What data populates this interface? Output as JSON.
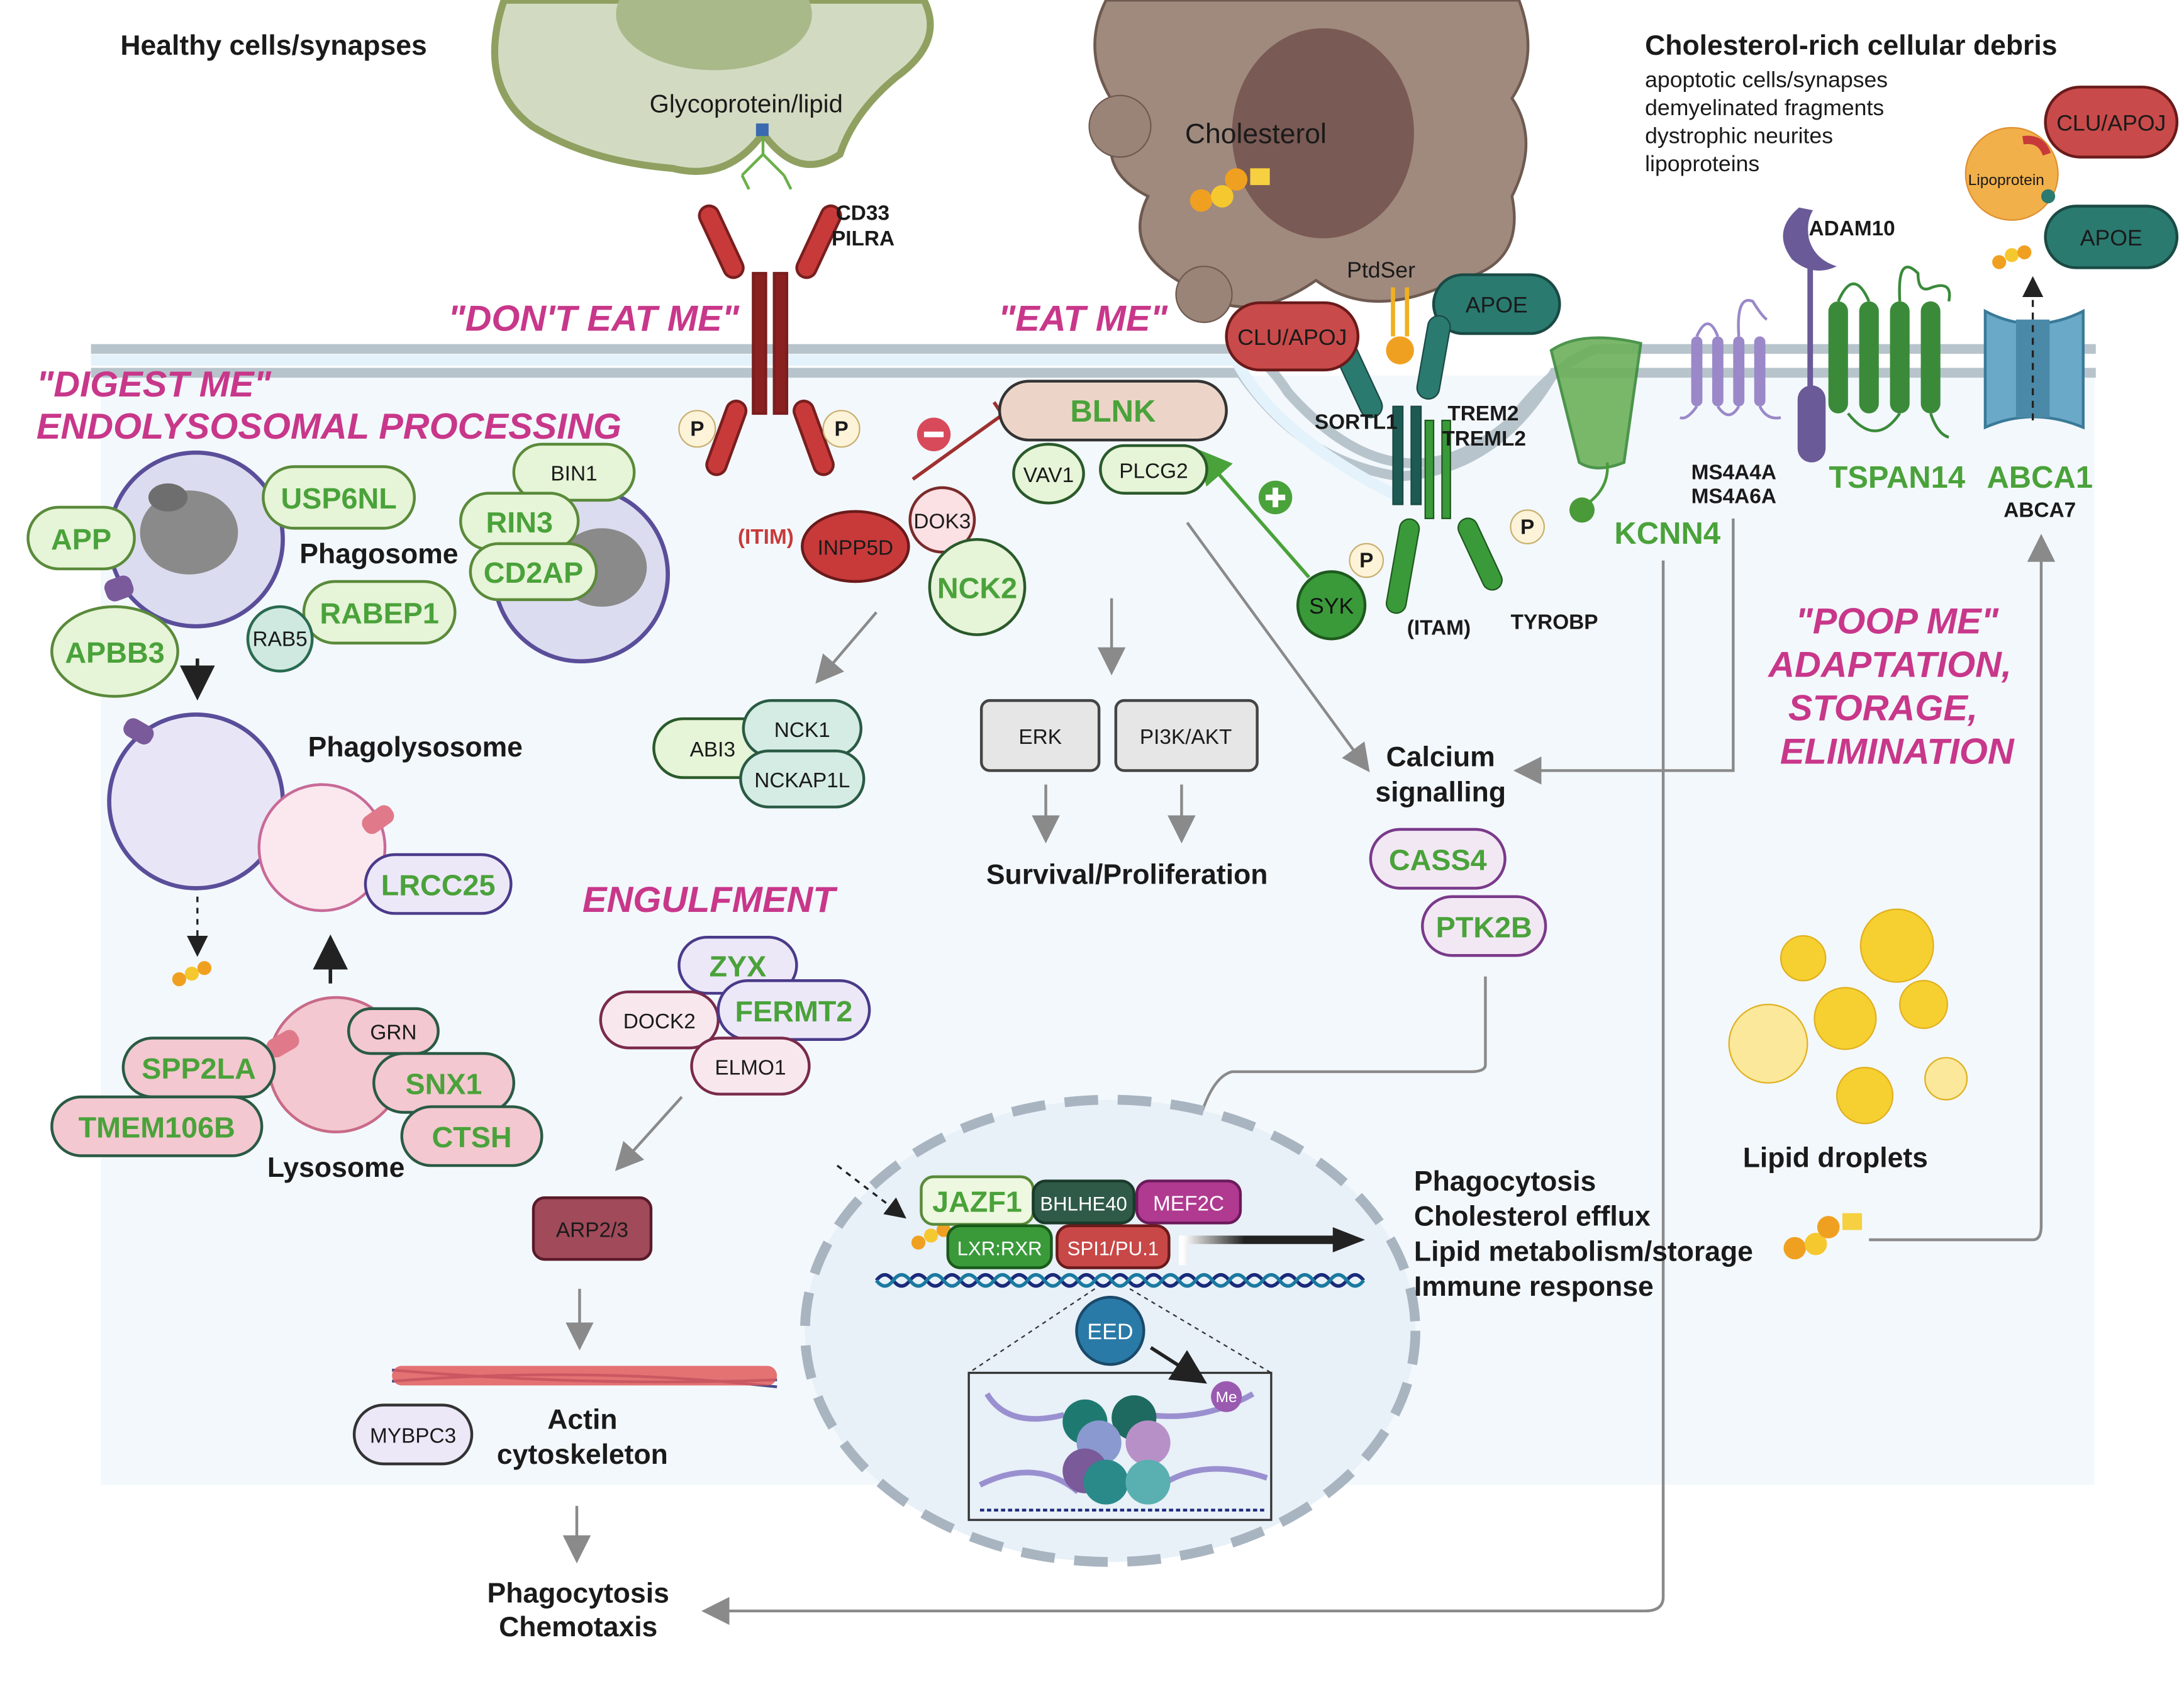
{
  "headings": {
    "healthy": "Healthy cells/synapses",
    "debris_title": "Cholesterol-rich cellular debris",
    "debris_items": [
      "apoptotic cells/synapses",
      "demyelinated  fragments",
      "dystrophic neurites",
      "lipoproteins"
    ],
    "dont_eat_me": "\"DON'T EAT ME\"",
    "eat_me": "\"EAT ME\"",
    "digest_me": "\"DIGEST ME\"",
    "endolysosomal": "ENDOLYSOSOMAL PROCESSING",
    "engulfment": "ENGULFMENT",
    "poop_me": [
      "\"POOP ME\"",
      "ADAPTATION,",
      "STORAGE,",
      "ELIMINATION"
    ]
  },
  "cells": {
    "glycoprotein": "Glycoprotein/lipid",
    "cholesterol": "Cholesterol",
    "ptdser": "PtdSer",
    "lipoprotein": "Lipoprotein"
  },
  "receptors": {
    "cd33": "CD33",
    "pilra": "PILRA",
    "sortl1": "SORTL1",
    "trem2": "TREM2",
    "treml2": "TREML2",
    "tyrobp": "TYROBP",
    "itam": "(ITAM)",
    "itim": "(ITIM)",
    "kcnn4": "KCNN4",
    "ms4a4a": "MS4A4A",
    "ms4a6a": "MS4A6A",
    "adam10": "ADAM10",
    "tspan14": "TSPAN14",
    "abca1": "ABCA1",
    "abca7": "ABCA7",
    "phospho": "P",
    "clu_apoj": "CLU/APOJ",
    "apoe": "APOE"
  },
  "endolysosome": {
    "phagosome": "Phagosome",
    "phagolysosome": "Phagolysosome",
    "lysosome": "Lysosome",
    "genes": {
      "usp6nl": "USP6NL",
      "app": "APP",
      "apbb3": "APBB3",
      "rabep1": "RABEP1",
      "rab5": "RAB5",
      "bin1": "BIN1",
      "rin3": "RIN3",
      "cd2ap": "CD2AP",
      "lrcc25": "LRCC25",
      "grn": "GRN",
      "spp2la": "SPP2LA",
      "snx1": "SNX1",
      "tmem106b": "TMEM106B",
      "ctsh": "CTSH"
    }
  },
  "signalling": {
    "blnk": "BLNK",
    "vav1": "VAV1",
    "plcg2": "PLCG2",
    "inpp5d": "INPP5D",
    "dok3": "DOK3",
    "nck2": "NCK2",
    "abi3": "ABI3",
    "nck1": "NCK1",
    "nckap1l": "NCKAP1L",
    "erk": "ERK",
    "pi3k": "PI3K/AKT",
    "survival": "Survival/Proliferation",
    "syk": "SYK",
    "calcium": [
      "Calcium",
      "signalling"
    ],
    "cass4": "CASS4",
    "ptk2b": "PTK2B"
  },
  "engulfment": {
    "zyx": "ZYX",
    "fermt2": "FERMT2",
    "dock2": "DOCK2",
    "elmo1": "ELMO1",
    "arp23": "ARP2/3",
    "mybpc3": "MYBPC3",
    "actin": [
      "Actin",
      "cytoskeleton"
    ],
    "outcome": [
      "Phagocytosis",
      "Chemotaxis"
    ]
  },
  "nucleus": {
    "jazf1": "JAZF1",
    "bhlhe40": "BHLHE40",
    "mef2c": "MEF2C",
    "lxr_rxr": "LXR:RXR",
    "spi1": "SPI1/PU.1",
    "eed": "EED",
    "me": "Me",
    "outcomes": [
      "Phagocytosis",
      "Cholesterol efflux",
      "Lipid metabolism/storage",
      "Immune response"
    ]
  },
  "lipid_droplets": "Lipid droplets",
  "colors": {
    "magenta_heading": "#c8378a",
    "gene_green": "#4aa23a",
    "membrane": "#b8c4cc",
    "cytoplasm": "#f3f8fc",
    "clu_red": "#c94a4a",
    "apoe_teal": "#2a7a70"
  }
}
